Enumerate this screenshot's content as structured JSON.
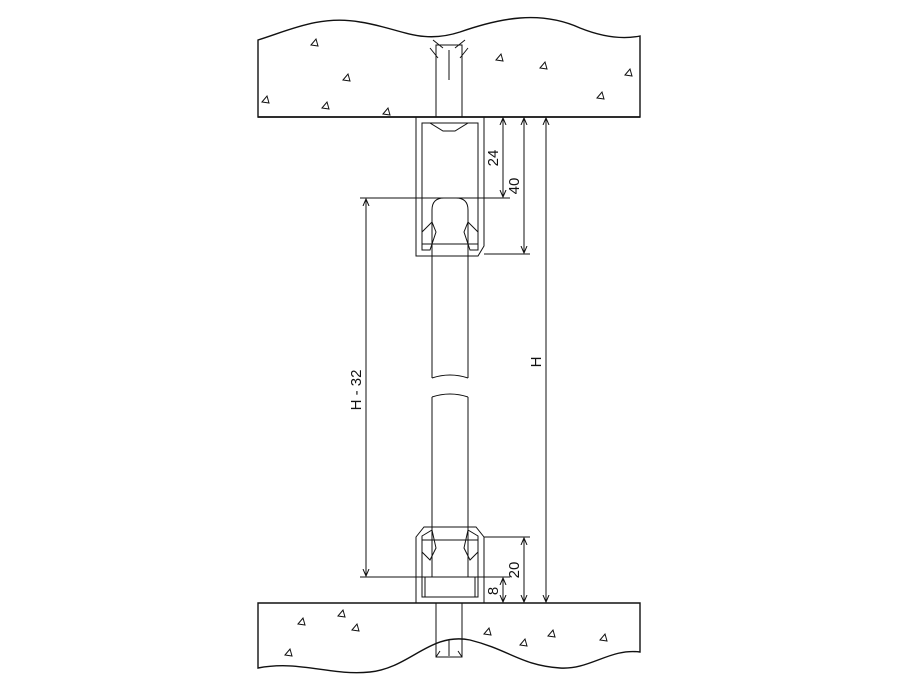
{
  "drawing": {
    "title": "Glass partition profile section",
    "dimensions": {
      "top_inner": "24",
      "top_outer": "40",
      "overall": "H",
      "glass": "H - 32",
      "bottom_outer": "20",
      "bottom_block": "8"
    },
    "colors": {
      "line": "#111111",
      "concrete": "#ffffff",
      "background": "#ffffff"
    }
  }
}
